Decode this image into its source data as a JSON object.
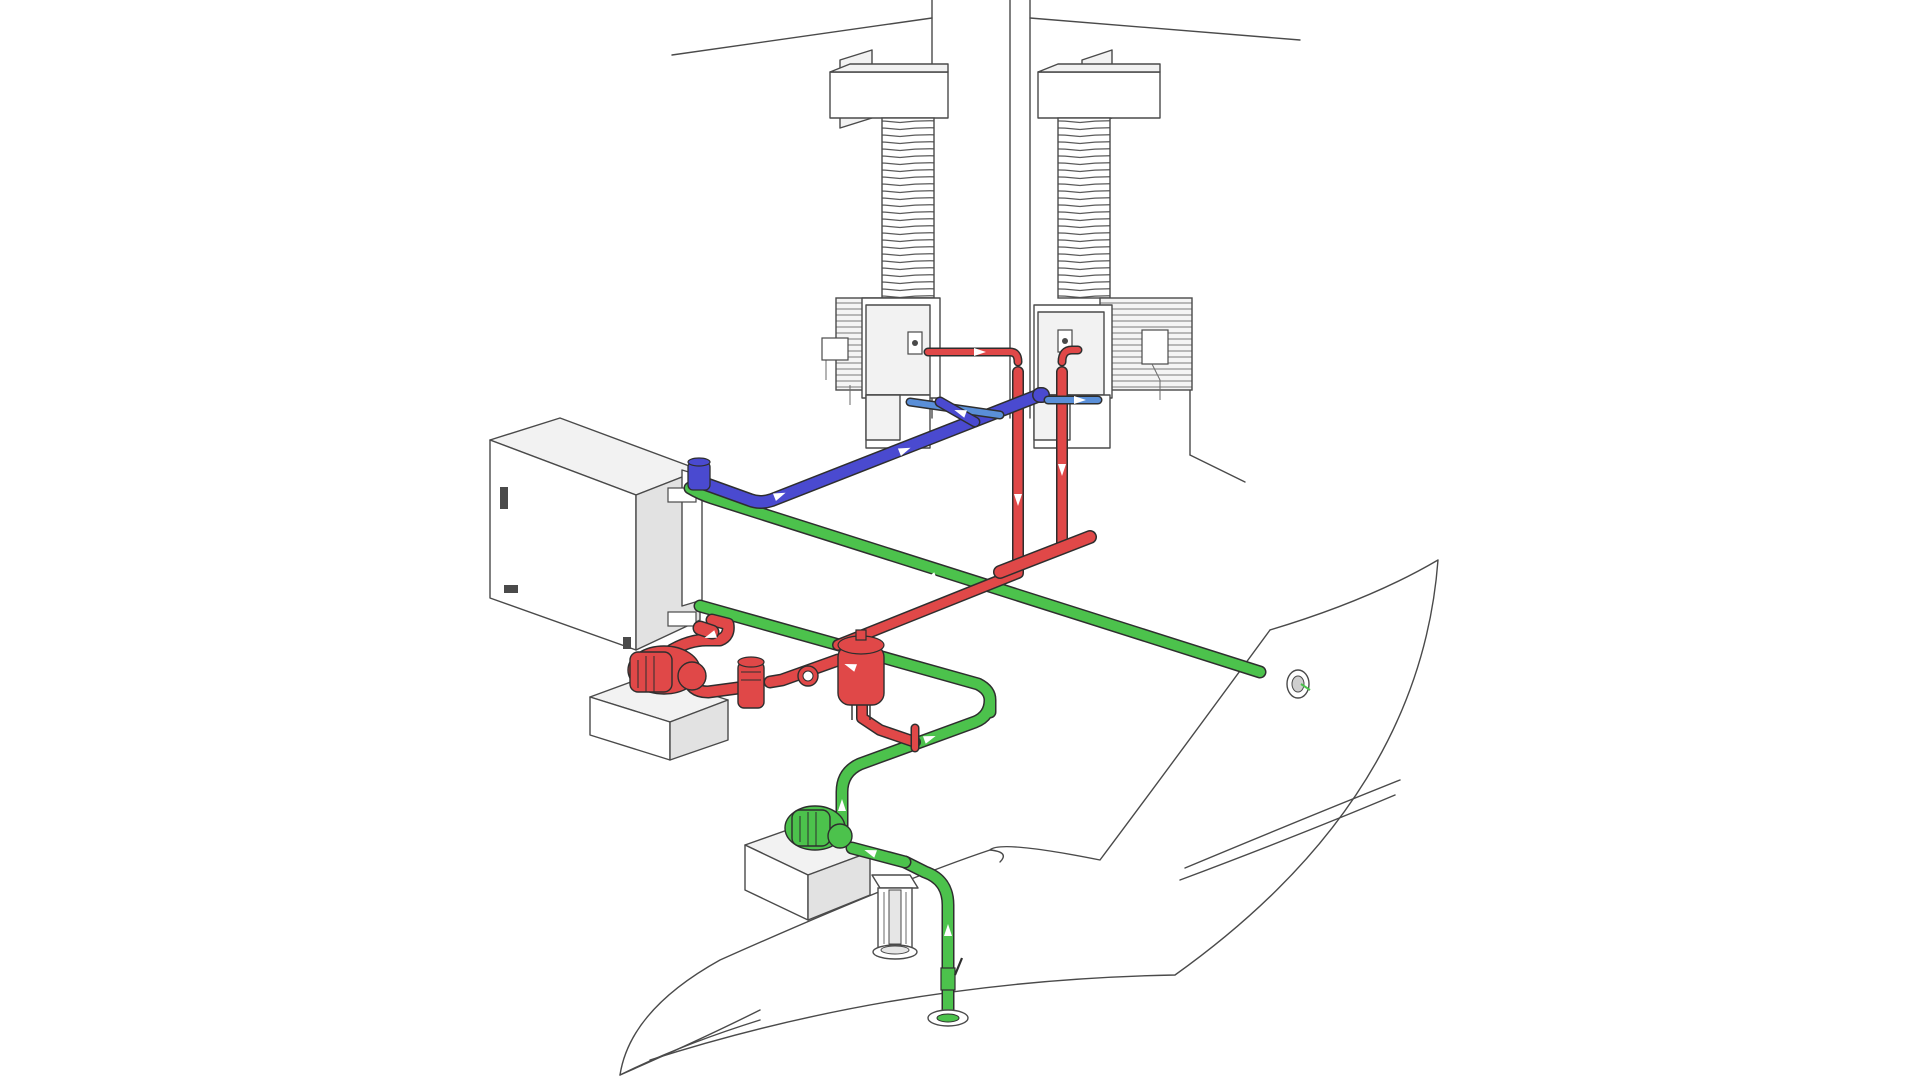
{
  "colors": {
    "seawater": "#4cc24c",
    "chilled_loop": "#e04848",
    "return_loop": "#4a4ad0",
    "air_handler_supply": "#5a8fd8",
    "line_art": "#4a4a4a",
    "background": "#ffffff"
  },
  "icons": {
    "chiller_unit": "chiller-unit-icon",
    "circulation_pump": "circulation-pump-icon",
    "seawater_pump": "seawater-pump-icon",
    "expansion_tank": "expansion-tank-icon",
    "strainer": "strainer-icon",
    "sea_strainer": "sea-strainer-icon",
    "air_handler": "air-handler-icon",
    "overboard_discharge": "overboard-discharge-icon",
    "seacock": "seacock-icon"
  },
  "flows": [
    {
      "loop": "seawater",
      "direction": "intake-to-pump-to-chiller-to-overboard"
    },
    {
      "loop": "chilled_loop",
      "direction": "chiller-to-air-handlers"
    },
    {
      "loop": "return_loop",
      "direction": "air-handlers-to-chiller"
    }
  ]
}
